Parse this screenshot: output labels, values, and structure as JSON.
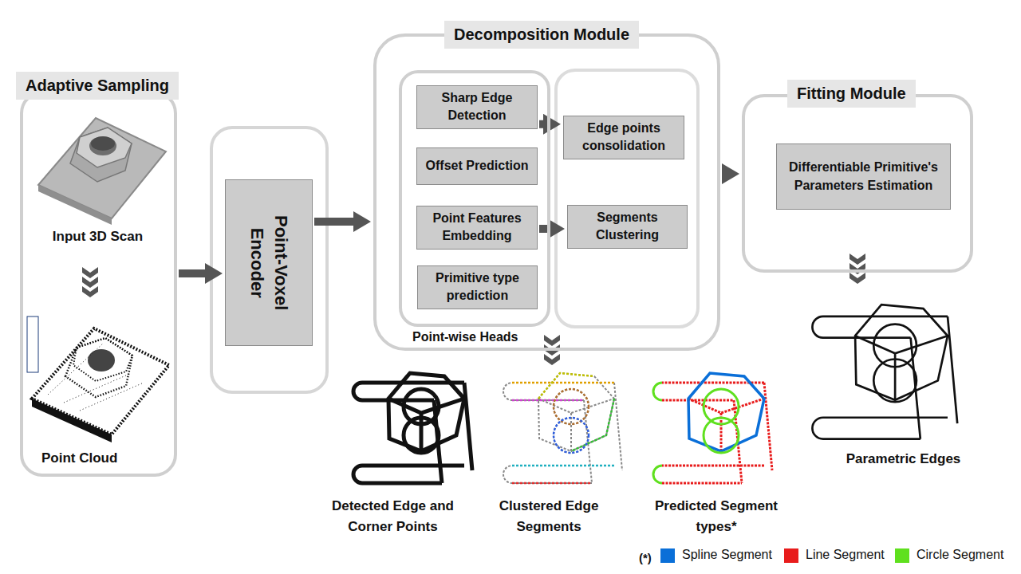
{
  "diagram": {
    "nodes": [
      {
        "text": [
          "Adaptive Sampling"
        ]
      },
      {
        "text": [
          "Point-Voxel Encoder"
        ]
      },
      {
        "text": [
          "Decomposition Module"
        ]
      },
      {
        "text": [
          "Point-wise Heads"
        ],
        "in": 2
      },
      {
        "text": [
          "Sharp Edge Detection"
        ],
        "in": 3
      },
      {
        "text": [
          "Offset Prediction"
        ],
        "in": 3
      },
      {
        "text": [
          "Point Features Embedding"
        ],
        "in": 3
      },
      {
        "text": [
          "Primitive type prediction"
        ],
        "in": 3
      },
      {
        "text": [
          "Edge points consolidation"
        ],
        "in": 2
      },
      {
        "text": [
          "Segments Clustering"
        ],
        "in": 2
      },
      {
        "text": [
          "Fitting Module"
        ]
      },
      {
        "text": [
          "Differentiable Primitive's Parameters Estimation"
        ],
        "in": 10
      }
    ],
    "edges": [
      {
        "from": 0,
        "to": 1,
        "arrow": "to"
      },
      {
        "from": 1,
        "to": 2,
        "arrow": "to"
      },
      {
        "from": 4,
        "to": 8,
        "arrow": "to"
      },
      {
        "from": 6,
        "to": 9,
        "arrow": "to"
      },
      {
        "from": 2,
        "to": 10,
        "arrow": "to"
      }
    ],
    "labels": [
      "Input 3D Scan",
      "Point Cloud",
      "Detected Edge and Corner Points",
      "Clustered Edge Segments",
      "Predicted Segment types*",
      "Parametric Edges",
      "(*)"
    ],
    "legend": [
      {
        "text": "Spline Segment",
        "color": "#0a6fd8"
      },
      {
        "text": "Line Segment",
        "color": "#e81c1c"
      },
      {
        "text": "Circle Segment",
        "color": "#5fe01e"
      }
    ]
  }
}
